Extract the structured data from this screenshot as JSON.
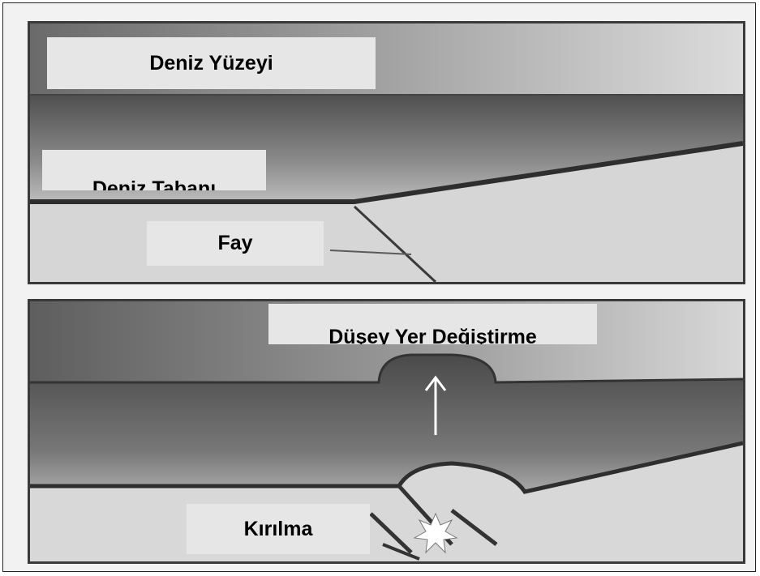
{
  "labels": {
    "sea_surface": "Deniz Yüzeyi",
    "sea_floor": "Deniz Tabanı",
    "fault": "Fay",
    "vertical_displacement": "Düşey Yer Değiştirme",
    "rupture": "Kırılma"
  },
  "colors": {
    "water_dark": "#5a5a5a",
    "water_light": "#bdbdbd",
    "seabed": "#d9d9d9",
    "line": "#2e2e2e",
    "label_bg": "#e6e6e6"
  }
}
